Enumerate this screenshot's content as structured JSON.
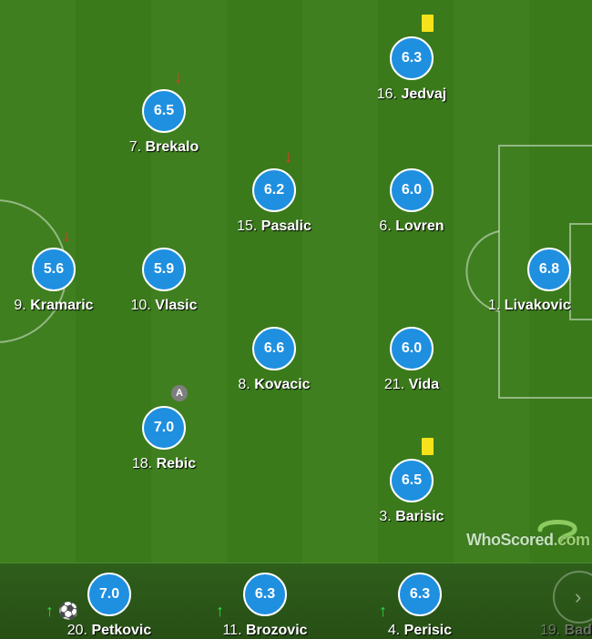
{
  "starters": [
    {
      "id": "jedvaj",
      "number": "16.",
      "name": "Jedvaj",
      "rating": "6.3"
    },
    {
      "id": "brekalo",
      "number": "7.",
      "name": "Brekalo",
      "rating": "6.5"
    },
    {
      "id": "pasalic",
      "number": "15.",
      "name": "Pasalic",
      "rating": "6.2"
    },
    {
      "id": "lovren",
      "number": "6.",
      "name": "Lovren",
      "rating": "6.0"
    },
    {
      "id": "kramaric",
      "number": "9.",
      "name": "Kramaric",
      "rating": "5.6"
    },
    {
      "id": "vlasic",
      "number": "10.",
      "name": "Vlasic",
      "rating": "5.9"
    },
    {
      "id": "livakovic",
      "number": "1.",
      "name": "Livakovic",
      "rating": "6.8"
    },
    {
      "id": "kovacic",
      "number": "8.",
      "name": "Kovacic",
      "rating": "6.6"
    },
    {
      "id": "vida",
      "number": "21.",
      "name": "Vida",
      "rating": "6.0"
    },
    {
      "id": "rebic",
      "number": "18.",
      "name": "Rebic",
      "rating": "7.0"
    },
    {
      "id": "barisic",
      "number": "3.",
      "name": "Barisic",
      "rating": "6.5"
    }
  ],
  "bench": [
    {
      "id": "petkovic",
      "number": "20.",
      "name": "Petkovic",
      "rating": "7.0"
    },
    {
      "id": "brozovic",
      "number": "11.",
      "name": "Brozovic",
      "rating": "6.3"
    },
    {
      "id": "perisic",
      "number": "4.",
      "name": "Perisic",
      "rating": "6.3"
    },
    {
      "id": "bad",
      "number": "19.",
      "name": "Bad",
      "rating": ""
    }
  ],
  "markers": {
    "sub_off_arrow": "↓",
    "sub_on_arrow": "↑",
    "captain": "A",
    "goal": "⚽",
    "next_arrow": "›"
  },
  "watermark": {
    "brand": "WhoScored",
    "suffix": ".com"
  },
  "colors": {
    "rating_bubble": "#1f8fe0",
    "pitch": "#3f7f1f",
    "yellow_card": "#f5e21a",
    "sub_off": "#e8392b",
    "sub_on": "#2de043"
  }
}
